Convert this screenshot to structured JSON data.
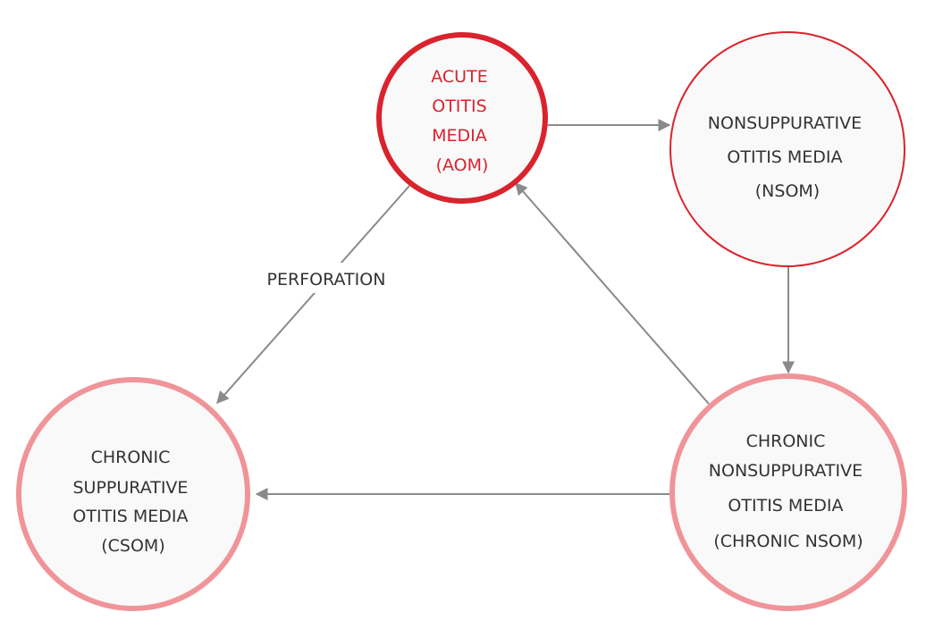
{
  "colors": {
    "aom_stroke": "#d9232d",
    "aom_text": "#d9232d",
    "nsom_stroke": "#d9232d",
    "chronic_stroke": "#f09499",
    "node_fill": "#f9f9f9",
    "text": "#333333",
    "arrow": "#8a8a8a"
  },
  "nodes": {
    "aom": {
      "lines": [
        "ACUTE",
        "OTITIS",
        "MEDIA",
        "(AOM)"
      ]
    },
    "nsom": {
      "lines": [
        "NONSUPPURATIVE",
        "OTITIS MEDIA",
        "(NSOM)"
      ]
    },
    "csom": {
      "lines": [
        "CHRONIC",
        "SUPPURATIVE",
        "OTITIS MEDIA",
        "(CSOM)"
      ]
    },
    "chronic_nsom": {
      "lines": [
        "CHRONIC",
        "NONSUPPURATIVE",
        "OTITIS MEDIA",
        "(CHRONIC NSOM)"
      ]
    }
  },
  "edges": [
    {
      "from": "aom",
      "to": "nsom",
      "label": ""
    },
    {
      "from": "nsom",
      "to": "chronic_nsom",
      "label": ""
    },
    {
      "from": "chronic_nsom",
      "to": "aom",
      "label": ""
    },
    {
      "from": "chronic_nsom",
      "to": "csom",
      "label": ""
    },
    {
      "from": "aom",
      "to": "csom",
      "label": "PERFORATION"
    }
  ]
}
